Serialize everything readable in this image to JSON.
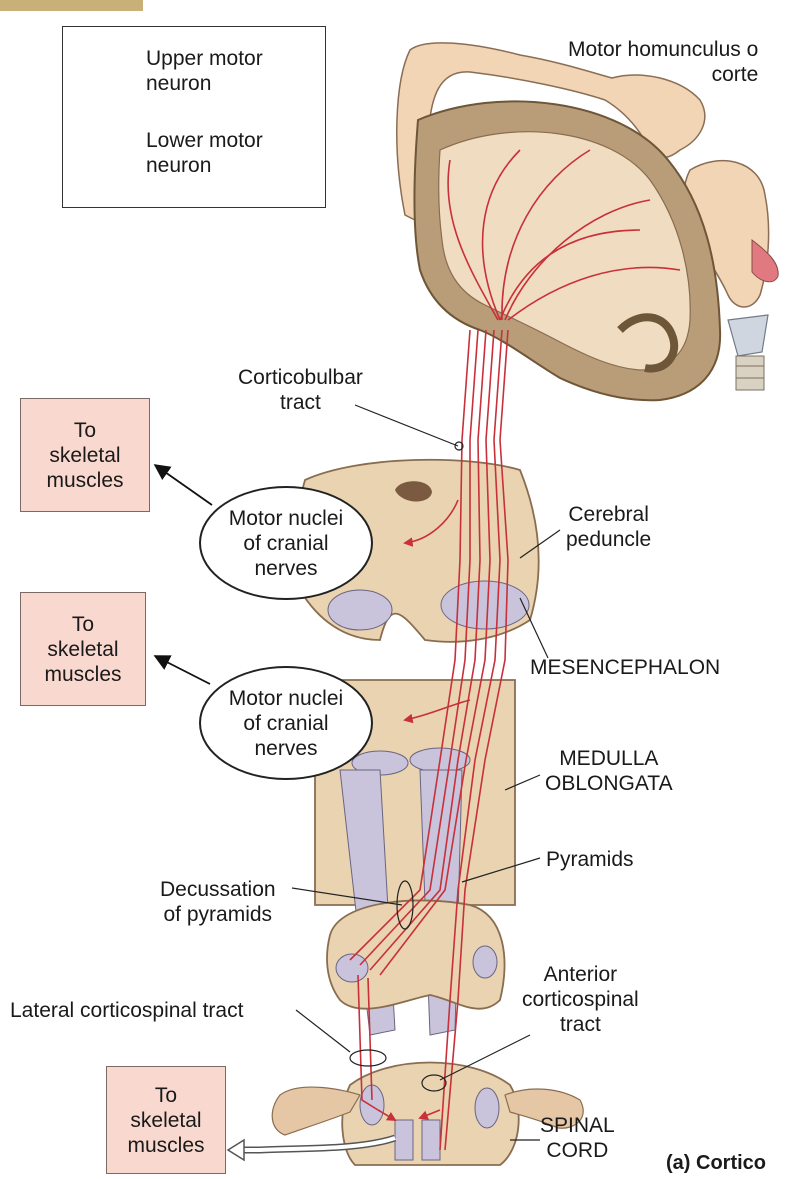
{
  "colors": {
    "upper_motor": "#c8303a",
    "tissue": "#e9d3b0",
    "tissue_dark": "#d8b98e",
    "cortex_brown": "#b99c78",
    "tract_purple": "#c9c4dc",
    "box_fill": "#f9d9cf",
    "corner_bar": "#c8b078"
  },
  "legend": {
    "upper_motor_neuron": [
      "Upper motor",
      "neuron"
    ],
    "lower_motor_neuron": [
      "Lower motor",
      "neuron"
    ]
  },
  "labels": {
    "homunculus": [
      "Motor homunculus o",
      "corte"
    ],
    "corticobulbar": [
      "Corticobulbar",
      "tract"
    ],
    "cerebral_peduncle": [
      "Cerebral",
      "peduncle"
    ],
    "mesencephalon": "MESENCEPHALON",
    "medulla": [
      "MEDULLA",
      "OBLONGATA"
    ],
    "pyramids": "Pyramids",
    "decussation": [
      "Decussation",
      "of pyramids"
    ],
    "lateral_tract": "Lateral corticospinal tract",
    "anterior_tract": [
      "Anterior",
      "corticospinal",
      "tract"
    ],
    "spinal_cord": [
      "SPINAL",
      "CORD"
    ],
    "caption": "(a) Cortico"
  },
  "boxes": {
    "skeletal_1": [
      "To",
      "skeletal",
      "muscles"
    ],
    "skeletal_2": [
      "To",
      "skeletal",
      "muscles"
    ],
    "skeletal_3": [
      "To",
      "skeletal",
      "muscles"
    ]
  },
  "ovals": {
    "cranial_1": [
      "Motor nuclei",
      "of cranial",
      "nerves"
    ],
    "cranial_2": [
      "Motor nuclei",
      "of cranial",
      "nerves"
    ]
  }
}
